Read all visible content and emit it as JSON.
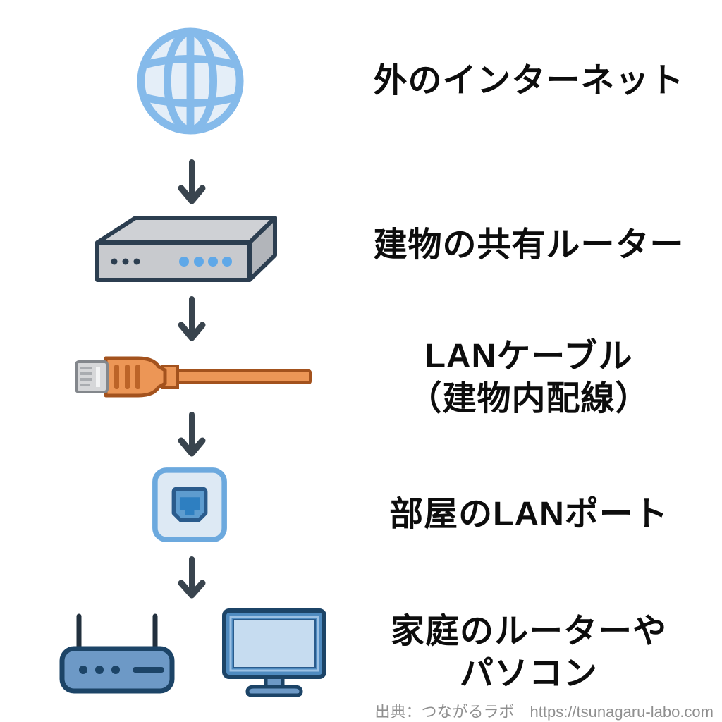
{
  "diagram": {
    "type": "vertical-flow",
    "description_of_flow": "internet-to-home network path",
    "rows": [
      {
        "icon": "globe-icon",
        "label": "外のインターネット"
      },
      {
        "icon": "shared-router-box-icon",
        "label": "建物の共有ルーター"
      },
      {
        "icon": "lan-cable-icon",
        "label_line1": "LANケーブル",
        "label_line2": "（建物内配線）"
      },
      {
        "icon": "lan-port-icon",
        "label": "部屋のLANポート"
      },
      {
        "icon": "wifi-router-icon + monitor-icon",
        "label_line1": "家庭のルーターや",
        "label_line2": "パソコン"
      }
    ],
    "connectors": [
      "down-arrow-icon",
      "down-arrow-icon",
      "down-arrow-icon",
      "down-arrow-icon"
    ]
  },
  "labels": {
    "internet": "外のインターネット",
    "shared_router": "建物の共有ルーター",
    "lan_cable_line1": "LANケーブル",
    "lan_cable_line2": "（建物内配線）",
    "lan_port": "部屋のLANポート",
    "home_line1": "家庭のルーターや",
    "home_line2": "パソコン"
  },
  "footer": {
    "credit": "出典：つながるラボ｜https://tsunagaru-labo.com"
  },
  "colors": {
    "background": "#ffffff",
    "text": "#0d0d0d",
    "footer_text": "#8f8f8f",
    "arrow": "#39444e",
    "globe_stroke": "#85baea",
    "globe_fill": "#e4eef8",
    "box_outline": "#2c3e50",
    "box_front": "#c8cace",
    "box_top": "#cfd1d5",
    "box_side": "#b2b5ba",
    "box_led_blue": "#5fa8e8",
    "cable_orange": "#ec9656",
    "cable_outline": "#a3521d",
    "cable_stripe": "#bc6428",
    "connector_gray": "#d6d7d9",
    "connector_border": "#83878c",
    "port_plate_fill": "#dde9f4",
    "port_plate_border": "#6ca9de",
    "port_jack_fill": "#5e9ccf",
    "port_jack_outline": "#2a5b8c",
    "port_hole": "#2e7fc1",
    "device_blue": "#6d99c6",
    "device_outline": "#1c4467",
    "monitor_frame": "#4f8bc0",
    "monitor_screen": "#c6dcf0",
    "monitor_bezel": "#9cc1e4"
  }
}
